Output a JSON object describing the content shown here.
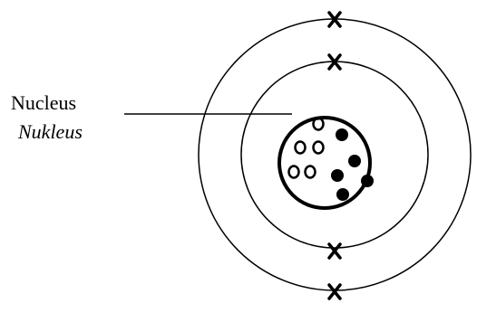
{
  "labels": {
    "nucleus_en": "Nucleus",
    "nucleus_ms": "Nukleus"
  },
  "nucleus": {
    "proton_symbol": "o",
    "proton_count": 5,
    "neutron_count": 5
  },
  "shells": [
    {
      "electron_count": 2
    },
    {
      "electron_count": 2
    }
  ],
  "electron_symbol": "x",
  "colors": {
    "line": "#000000",
    "background": "#ffffff"
  }
}
